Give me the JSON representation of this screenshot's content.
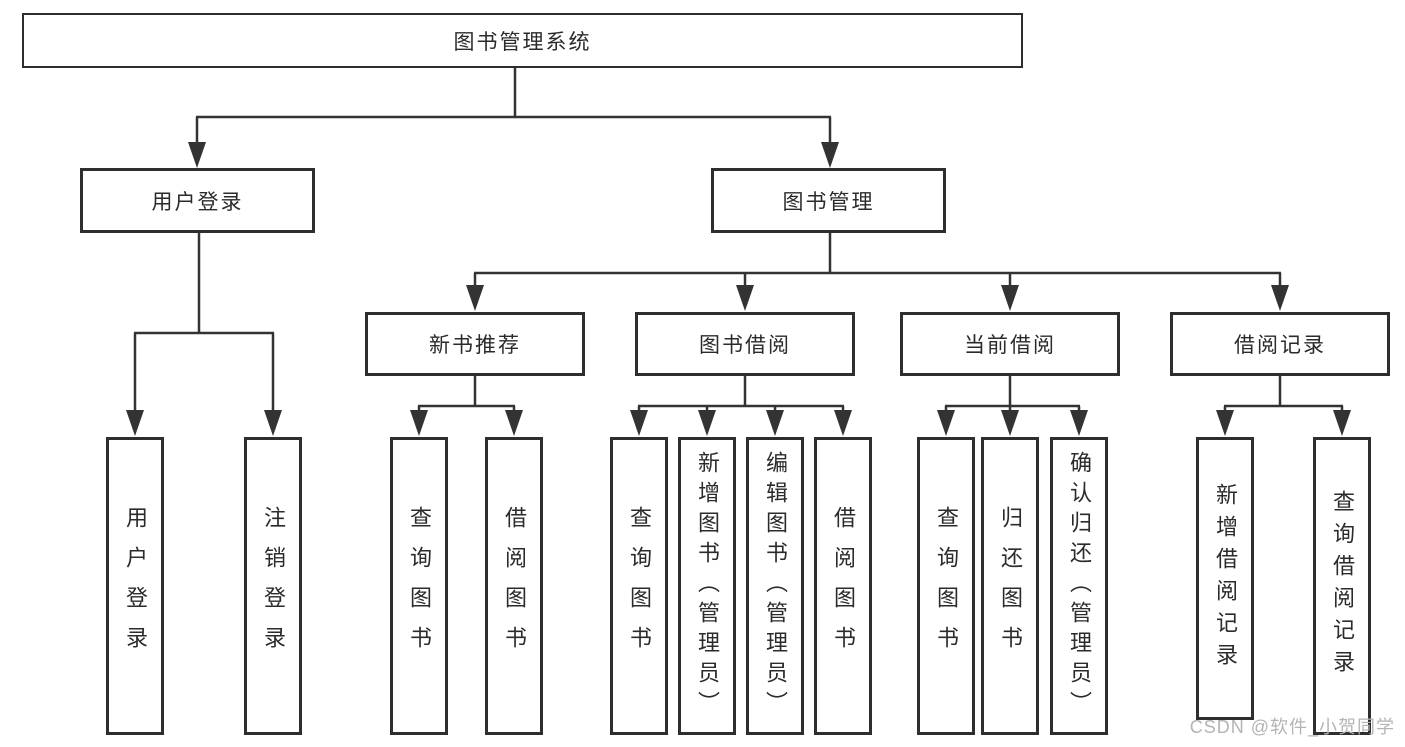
{
  "tree": {
    "root": "图书管理系统",
    "children": [
      {
        "label": "用户登录",
        "children": [
          {
            "label": "用户登录"
          },
          {
            "label": "注销登录"
          }
        ]
      },
      {
        "label": "图书管理",
        "children": [
          {
            "label": "新书推荐",
            "children": [
              {
                "label": "查询图书"
              },
              {
                "label": "借阅图书"
              }
            ]
          },
          {
            "label": "图书借阅",
            "children": [
              {
                "label": "查询图书"
              },
              {
                "label": "新增图书（管理员）"
              },
              {
                "label": "编辑图书（管理员）"
              },
              {
                "label": "借阅图书"
              }
            ]
          },
          {
            "label": "当前借阅",
            "children": [
              {
                "label": "查询图书"
              },
              {
                "label": "归还图书"
              },
              {
                "label": "确认归还（管理员）"
              }
            ]
          },
          {
            "label": "借阅记录",
            "children": [
              {
                "label": "新增借阅记录"
              },
              {
                "label": "查询借阅记录"
              }
            ]
          }
        ]
      }
    ]
  },
  "watermark": "CSDN @软件_小贺同学",
  "colors": {
    "line": "#333333",
    "border": "#2e2e2e",
    "text": "#2b2b2b",
    "watermark": "#b4b4b4",
    "background": "#ffffff"
  }
}
